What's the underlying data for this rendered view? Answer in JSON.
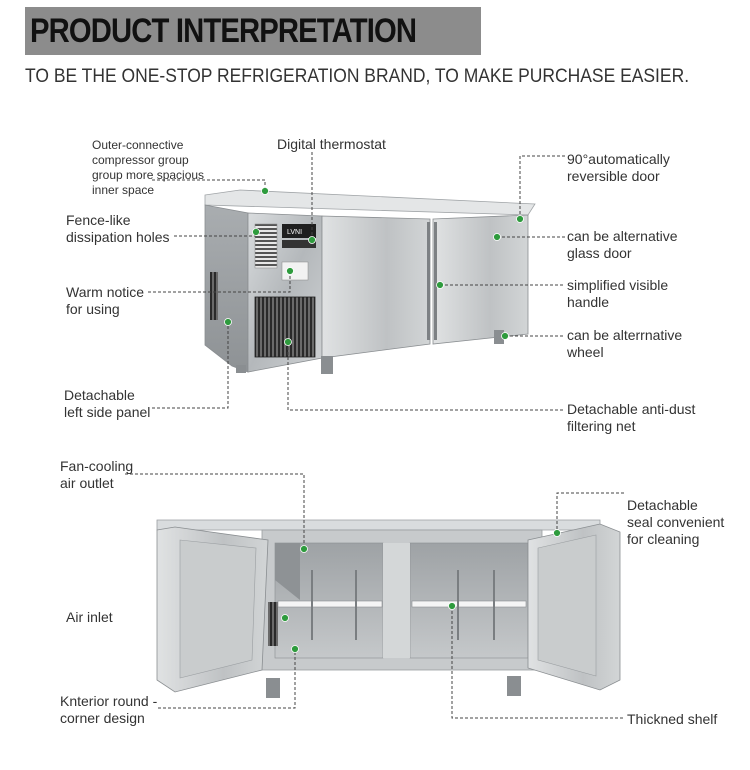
{
  "header": {
    "title": "PRODUCT INTERPRETATION",
    "subtitle": "TO BE THE ONE-STOP REFRIGERATION BRAND, TO MAKE PURCHASE EASIER."
  },
  "product": {
    "brand_mark": "LVNI"
  },
  "callouts_top": {
    "compressor": "Outer-connective\ncompressor group\ngroup more spacious\ninner space",
    "thermostat": "Digital thermostat",
    "fence": "Fence-like\ndissipation holes",
    "warm_notice": "Warm notice\nfor using",
    "left_panel": "Detachable\nleft side panel",
    "reversible_door": "90°automatically\nreversible door",
    "glass_door": "can be alternative\nglass door",
    "handle": "simplified visible\nhandle",
    "wheel": "can be alterrnative\nwheel",
    "filter_net": "Detachable anti-dust\nfiltering net"
  },
  "callouts_bottom": {
    "fan_outlet": "Fan-cooling\nair outlet",
    "air_inlet": "Air inlet",
    "round_corner": "Knterior round -\ncorner design",
    "seal": "Detachable\nseal convenient\nfor cleaning",
    "shelf": "Thickned shelf"
  },
  "colors": {
    "title_bg": "#8c8c8c",
    "dot": "#2e9b3d"
  }
}
